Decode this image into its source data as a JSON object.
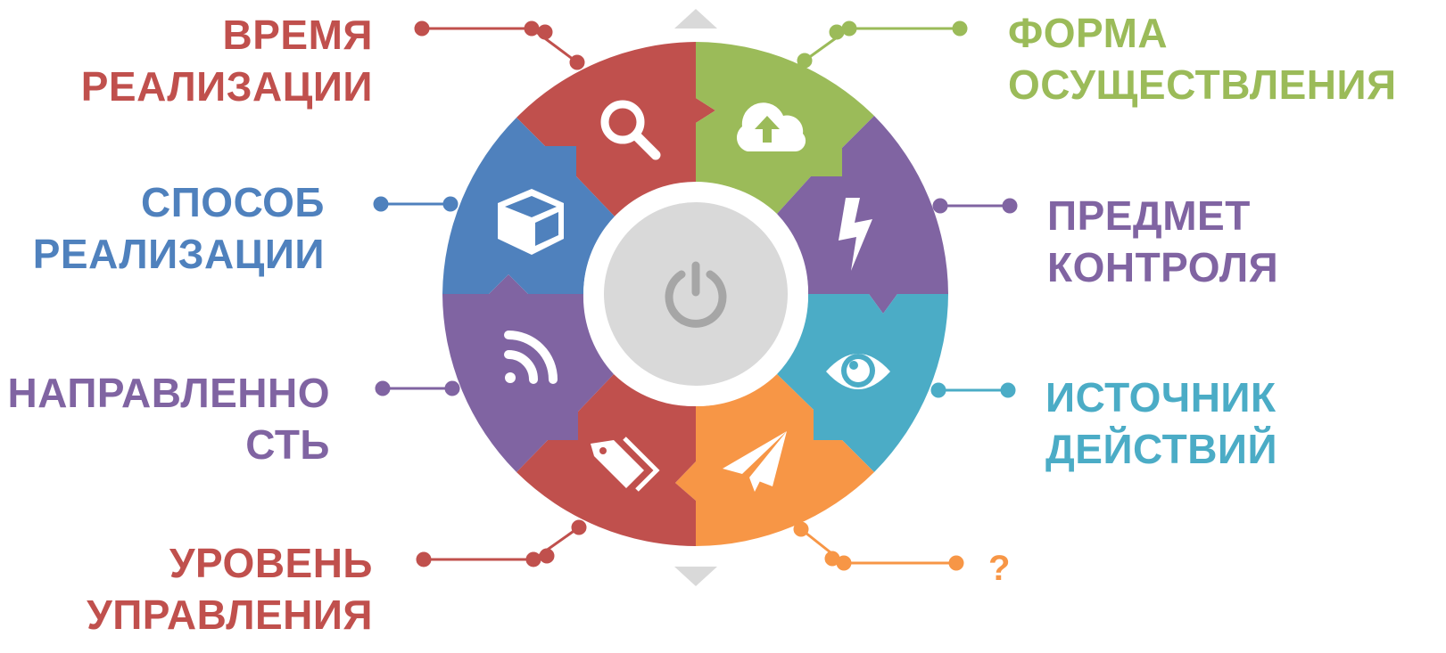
{
  "labels": {
    "time": {
      "line1": "ВРЕМЯ",
      "line2": "РЕАЛИЗАЦИИ"
    },
    "method": {
      "line1": "СПОСОБ",
      "line2": "РЕАЛИЗАЦИИ"
    },
    "direction": {
      "line1": "НАПРАВЛЕННО",
      "line2": "СТЬ"
    },
    "level": {
      "line1": "УРОВЕНЬ",
      "line2": "УПРАВЛЕНИЯ"
    },
    "form": {
      "line1": "ФОРМА",
      "line2": "ОСУЩЕСТВЛЕНИЯ"
    },
    "subject": {
      "line1": "ПРЕДМЕТ",
      "line2": "КОНТРОЛЯ"
    },
    "source": {
      "line1": "ИСТОЧНИК",
      "line2": "ДЕЙСТВИЙ"
    },
    "unknown": {
      "line1": "?"
    }
  },
  "colors": {
    "red": "#c0504d",
    "green": "#9bbb59",
    "purple": "#8064a2",
    "teal": "#4bacc6",
    "orange": "#f79646",
    "blue": "#4f81bd",
    "center": "#d9d9d9",
    "power": "#a6a6a6",
    "arrow": "#d9d9d9"
  },
  "icons": {
    "time": "search-icon",
    "form": "cloud-upload-icon",
    "subject": "lightning-icon",
    "source": "eye-icon",
    "unknown": "paper-plane-icon",
    "level": "tags-icon",
    "direction": "rss-icon",
    "method": "cube-icon",
    "center": "power-icon"
  }
}
